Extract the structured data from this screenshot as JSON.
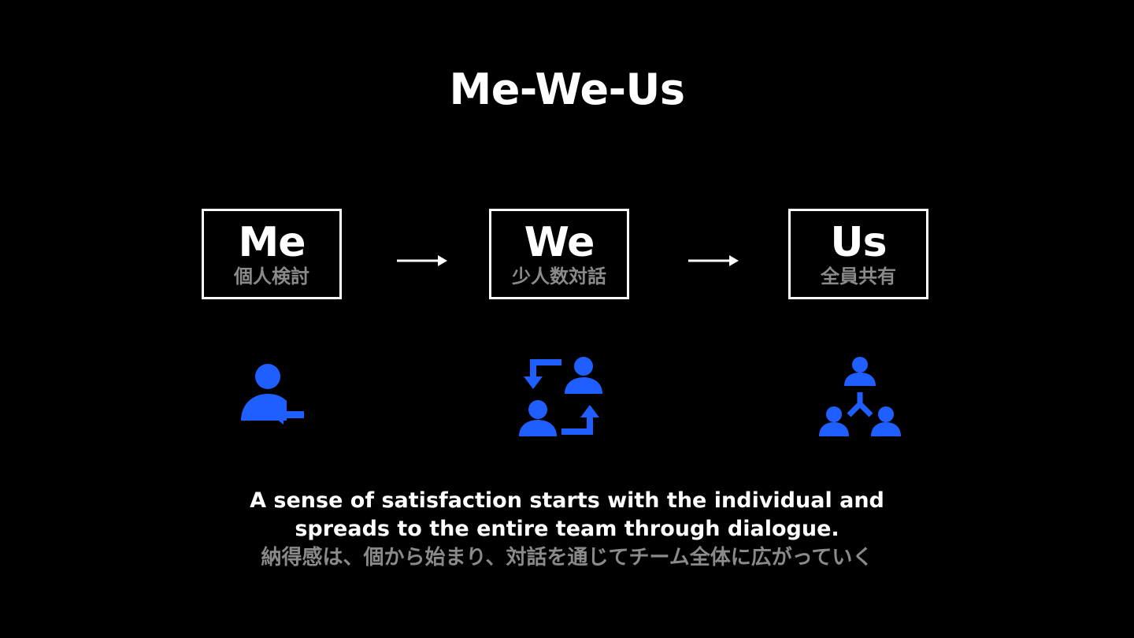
{
  "title": "Me-We-Us",
  "colors": {
    "background": "#000000",
    "text": "#ffffff",
    "subtext": "#8a8a8a",
    "accent": "#1f5fff"
  },
  "stages": [
    {
      "label": "Me",
      "sublabel": "個人検討",
      "icon": "person-arrow-icon"
    },
    {
      "label": "We",
      "sublabel": "少人数対話",
      "icon": "people-exchange-icon"
    },
    {
      "label": "Us",
      "sublabel": "全員共有",
      "icon": "group-network-icon"
    }
  ],
  "caption": {
    "line1": "A sense of satisfaction starts with the individual and",
    "line2": "spreads to the entire team through dialogue.",
    "jp": "納得感は、個から始まり、対話を通じてチーム全体に広がっていく"
  }
}
